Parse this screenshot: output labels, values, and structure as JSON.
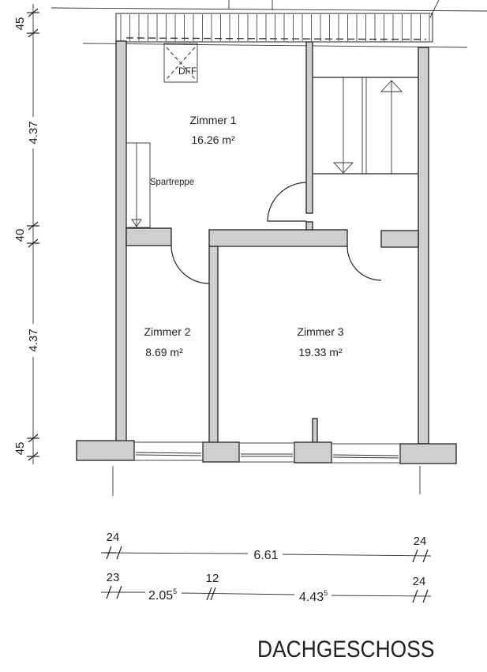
{
  "plan": {
    "title": "DACHGESCHOSS",
    "rooms": [
      {
        "name": "Zimmer 1",
        "area": "16.26 m²"
      },
      {
        "name": "Zimmer 2",
        "area": "8.69 m²"
      },
      {
        "name": "Zimmer 3",
        "area": "19.33 m²"
      }
    ],
    "labels": {
      "skylight": "DFF",
      "attic_stair": "Spartreppe"
    },
    "left_dimensions": [
      "45",
      "4.37",
      "40",
      "4.37",
      "45"
    ],
    "bottom_dimensions_row1": {
      "left": "24",
      "total": "6.61",
      "right": "24"
    },
    "bottom_dimensions_row2": {
      "left": "23",
      "span1": "2.05",
      "span1_sup": "5",
      "mid": "12",
      "span2": "4.43",
      "span2_sup": "5",
      "right": "24"
    }
  }
}
